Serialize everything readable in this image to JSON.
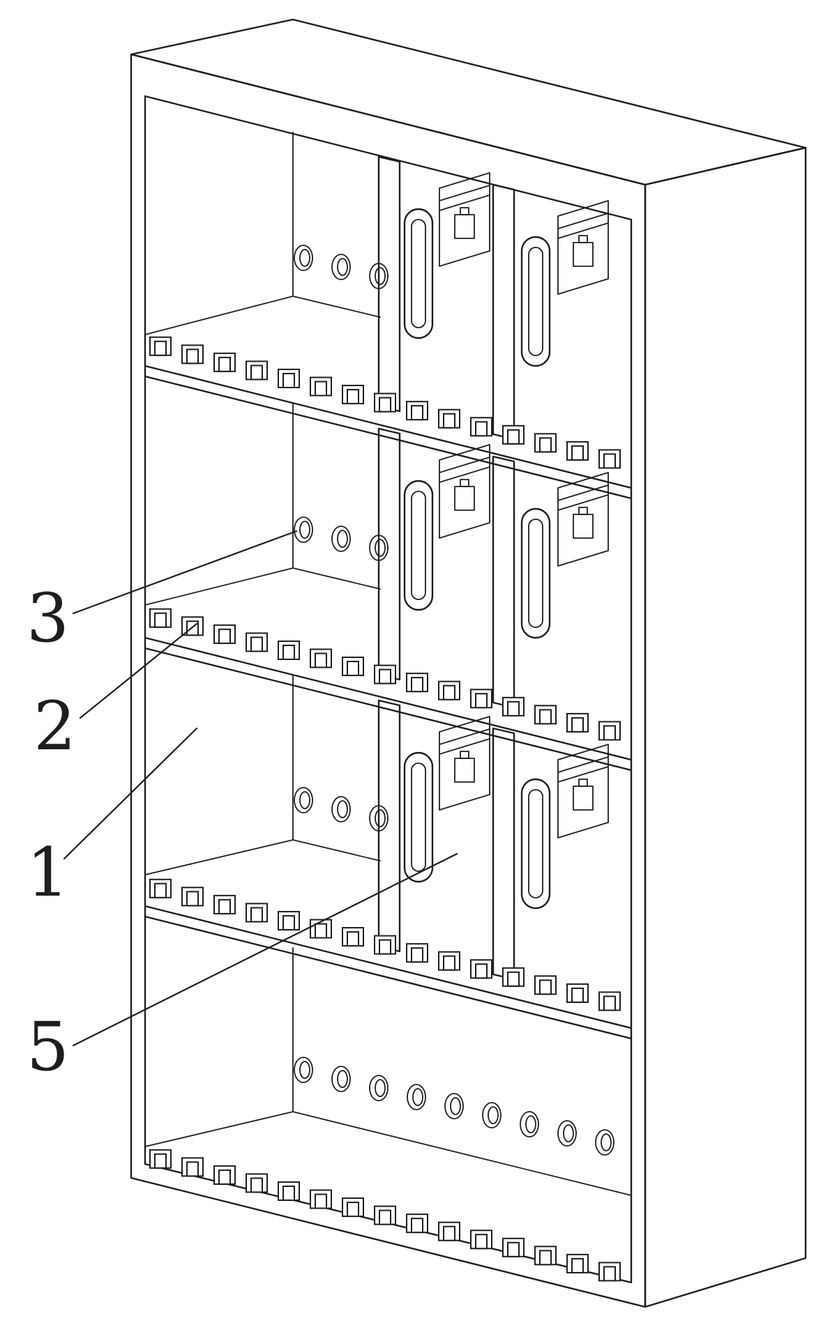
{
  "callouts": [
    {
      "id": "3",
      "label": "3"
    },
    {
      "id": "2",
      "label": "2"
    },
    {
      "id": "1",
      "label": "1"
    },
    {
      "id": "5",
      "label": "5"
    }
  ],
  "colors": {
    "line": "#1e1e1e",
    "background": "#ffffff"
  }
}
